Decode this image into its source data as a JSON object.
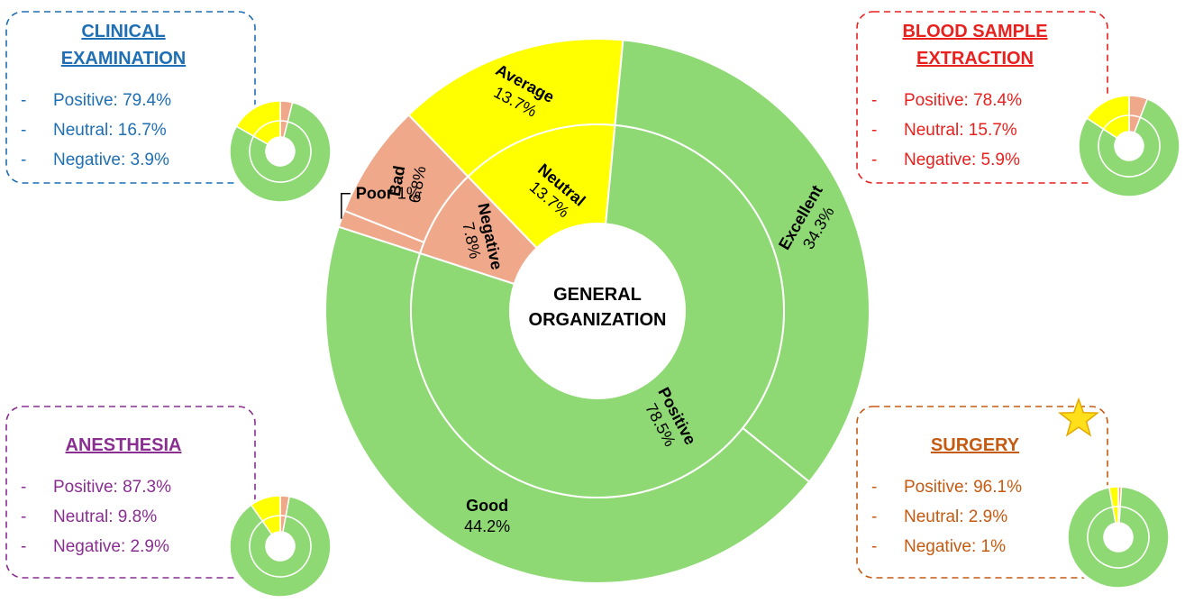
{
  "colors": {
    "positive": "#8FD974",
    "neutral": "#FFFF00",
    "negative": "#EFA98A"
  },
  "chart_data": [
    {
      "type": "sunburst",
      "center_label": [
        "GENERAL",
        "ORGANIZATION"
      ],
      "inner_ring": [
        {
          "label": "Negative",
          "value": 7.8,
          "value_text": "7.8%",
          "category": "negative"
        },
        {
          "label": "Neutral",
          "value": 13.7,
          "value_text": "13.7%",
          "category": "neutral"
        },
        {
          "label": "Positive",
          "value": 78.5,
          "value_text": "78.5%",
          "category": "positive"
        }
      ],
      "outer_ring": [
        {
          "label": "Poor",
          "value": 1,
          "value_text": "1%",
          "category": "negative"
        },
        {
          "label": "Bad",
          "value": 6.8,
          "value_text": "6.8%",
          "category": "negative"
        },
        {
          "label": "Average",
          "value": 13.7,
          "value_text": "13.7%",
          "category": "neutral"
        },
        {
          "label": "Excellent",
          "value": 34.3,
          "value_text": "34.3%",
          "category": "positive"
        },
        {
          "label": "Good",
          "value": 44.2,
          "value_text": "44.2%",
          "category": "positive"
        }
      ]
    },
    {
      "type": "pie",
      "title": [
        "CLINICAL",
        "EXAMINATION"
      ],
      "title_underlined": true,
      "text_color": "#1F6FB5",
      "values": {
        "positive": 79.4,
        "neutral": 16.7,
        "negative": 3.9
      },
      "lines": [
        "Positive: 79.4%",
        "Neutral: 16.7%",
        "Negative: 3.9%"
      ]
    },
    {
      "type": "pie",
      "title": [
        "BLOOD SAMPLE",
        "EXTRACTION"
      ],
      "title_underlined": true,
      "text_color": "#E8211E",
      "values": {
        "positive": 78.4,
        "neutral": 15.7,
        "negative": 5.9
      },
      "lines": [
        "Positive: 78.4%",
        "Neutral: 15.7%",
        "Negative: 5.9%"
      ]
    },
    {
      "type": "pie",
      "title": [
        "ANESTHESIA"
      ],
      "title_underlined": true,
      "text_color": "#8A2E92",
      "values": {
        "positive": 87.3,
        "neutral": 9.8,
        "negative": 2.9
      },
      "lines": [
        "Positive: 87.3%",
        "Neutral: 9.8%",
        "Negative: 2.9%"
      ]
    },
    {
      "type": "pie",
      "title": [
        "SURGERY"
      ],
      "title_underlined": true,
      "text_color": "#C55A11",
      "star": true,
      "values": {
        "positive": 96.1,
        "neutral": 2.9,
        "negative": 1
      },
      "lines": [
        "Positive: 96.1%",
        "Neutral: 2.9%",
        "Negative: 1%"
      ]
    }
  ],
  "bullet": "-"
}
